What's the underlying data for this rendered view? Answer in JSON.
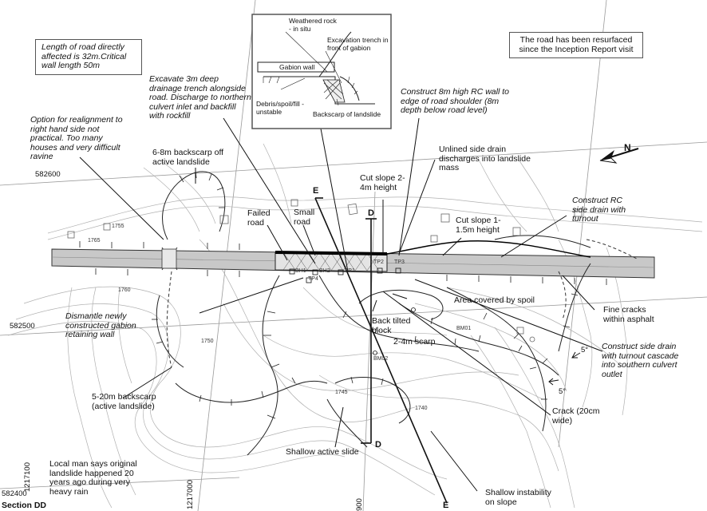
{
  "notes": {
    "road_length": "Length of road directly affected is 32m.Critical wall length 50m",
    "resurfaced": "The road has been resurfaced since the Inception Report visit",
    "excavate_trench": "Excavate 3m deep drainage trench alongside road. Discharge to northern culvert inlet and backfill with rockfill",
    "realignment": "Option for realignment to right hand side not practical. Too many houses and very difficult ravine",
    "backscarp_off": "6-8m backscarp off active landslide",
    "rc_wall": "Construct 8m high RC wall to edge of road shoulder (8m depth below road level)",
    "unlined_drain": "Unlined side drain discharges into landslide mass",
    "cut_slope_1": "Cut slope 2-4m height",
    "cut_slope_2": "Cut slope 1-1.5m height",
    "rc_side_drain": "Construct RC side drain with turnout",
    "failed_road": "Failed road",
    "small_road": "Small road",
    "area_spoil": "Area covered by spoil",
    "fine_cracks": "Fine cracks within asphalt",
    "dismantle_gabion": "Dismantle newly constructed gabion retaining wall",
    "back_tilted": "Back tilted block",
    "scarp_2_4": "2-4m scarp",
    "construct_side_drain": "Construct side drain with turnout cascade into southern culvert outlet",
    "backscarp_5_20": "5-20m backscarp (active landslide)",
    "crack": "Crack (20cm wide)",
    "shallow_active": "Shallow active slide",
    "local_man": "Local man says original landslide happened 20 years ago during very heavy rain",
    "shallow_instability": "Shallow instability on slope",
    "section_dd": "Section DD"
  },
  "inset": {
    "weathered": "Weathered rock - in situ",
    "excavation": "Excavation trench in front of gabion",
    "gabion": "Gabion wall",
    "debris": "Debris/spoil/fill - unstable",
    "backscarp": "Backscarp of landslide"
  },
  "section_markers": {
    "d": "D",
    "e": "E"
  },
  "north": "N",
  "grid": {
    "n582600": "582600",
    "n582500": "582500",
    "n582400": "582400",
    "e1217100": "1217100",
    "e1217000": "1217000",
    "e900": "900"
  },
  "test_pits": {
    "tp1": "TP1",
    "tp2": "TP2",
    "tp3": "TP3",
    "tp4": "TP4"
  },
  "boreholes": {
    "bh1": "BH1",
    "bh2": "BH2",
    "bm01": "BM01",
    "bm02": "BM02"
  },
  "angles": {
    "a1": "5°",
    "a2": "5°"
  },
  "contours": {
    "c1": "1750",
    "c2": "1745",
    "c3": "1740",
    "c4": "1755",
    "c5": "1760",
    "c6": "1765"
  }
}
